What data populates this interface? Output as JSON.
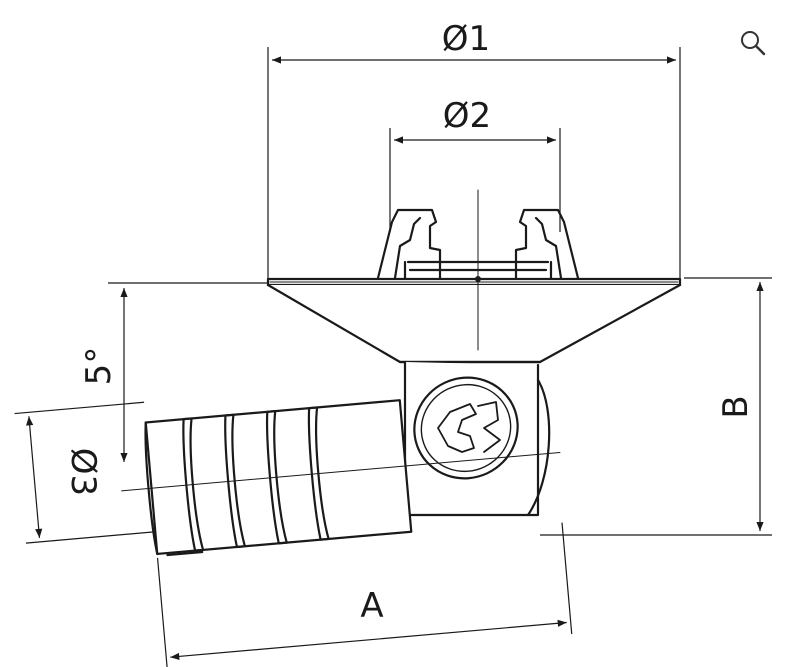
{
  "labels": {
    "d1": "Ø1",
    "d2": "Ø2",
    "d3": "Ø3",
    "angle": "5°",
    "a": "A",
    "b": "B"
  },
  "toolbar": {
    "zoom_icon": "magnifier-icon"
  },
  "colors": {
    "stroke": "#1a1a1a",
    "fill": "#ffffff"
  }
}
